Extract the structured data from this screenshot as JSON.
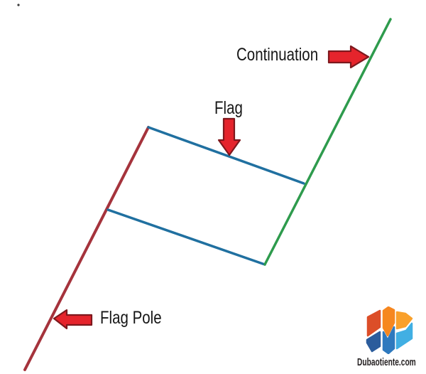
{
  "diagram": {
    "labels": {
      "continuation": "Continuation",
      "flag": "Flag",
      "flag_pole": "Flag Pole"
    },
    "colors": {
      "flag_pole_line": "#A5333C",
      "flag_line": "#2070A0",
      "continuation_line": "#2E9B4D",
      "arrow_fill": "#E5242C",
      "arrow_stroke": "#7E181D",
      "label_text": "#161616",
      "stray_dot": "#3A3A3A"
    }
  },
  "branding": {
    "site_name": "Dubaotiente.com",
    "text_color": "#231F20",
    "logo_colors": {
      "top_left": "#DC4E28",
      "top_mid": "#F6871F",
      "top_right": "#F9A02B",
      "bottom_left": "#2B5C9C",
      "bottom_mid": "#2E79BE",
      "bottom_right": "#41AFE3"
    }
  }
}
